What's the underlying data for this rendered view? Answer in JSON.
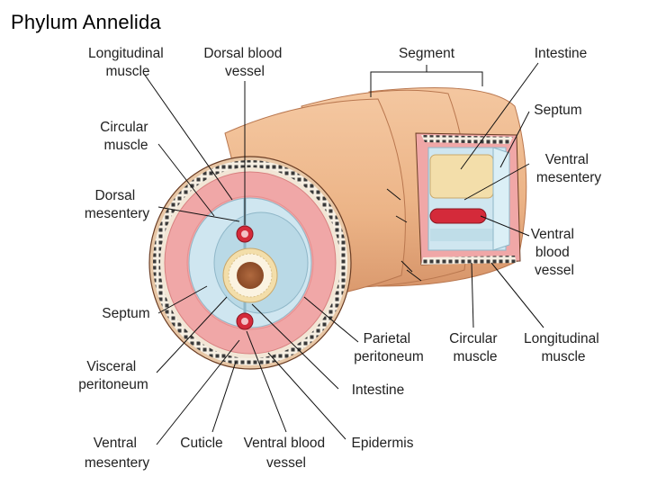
{
  "title": "Phylum Annelida",
  "labels": {
    "longitudinal_muscle_left": [
      "Longitudinal",
      "muscle"
    ],
    "dorsal_blood_vessel": [
      "Dorsal blood",
      "vessel"
    ],
    "circular_muscle_left": [
      "Circular",
      "muscle"
    ],
    "dorsal_mesentery": [
      "Dorsal",
      "mesentery"
    ],
    "septum_left": [
      "Septum"
    ],
    "visceral_peritoneum": [
      "Visceral",
      "peritoneum"
    ],
    "ventral_mesentery_bottom": [
      "Ventral",
      "mesentery"
    ],
    "cuticle": [
      "Cuticle"
    ],
    "ventral_blood_vessel_bottom": [
      "Ventral blood",
      "vessel"
    ],
    "epidermis": [
      "Epidermis"
    ],
    "intestine_bottom": [
      "Intestine"
    ],
    "parietal_peritoneum": [
      "Parietal",
      "peritoneum"
    ],
    "circular_muscle_right": [
      "Circular",
      "muscle"
    ],
    "longitudinal_muscle_right": [
      "Longitudinal",
      "muscle"
    ],
    "segment": [
      "Segment"
    ],
    "intestine_top": [
      "Intestine"
    ],
    "septum_right": [
      "Septum"
    ],
    "ventral_mesentery_right": [
      "Ventral",
      "mesentery"
    ],
    "ventral_blood_vessel_right": [
      "Ventral",
      "blood",
      "vessel"
    ]
  },
  "colors": {
    "skin": "#ecb487",
    "skin_dark": "#d58f63",
    "muscle_pink": "#f0a7a7",
    "coelom_blue": "#cfe6f0",
    "intestine_yellow": "#f3deaa",
    "lumen_brown": "#a8643a",
    "vessel_red": "#d42a3a"
  }
}
